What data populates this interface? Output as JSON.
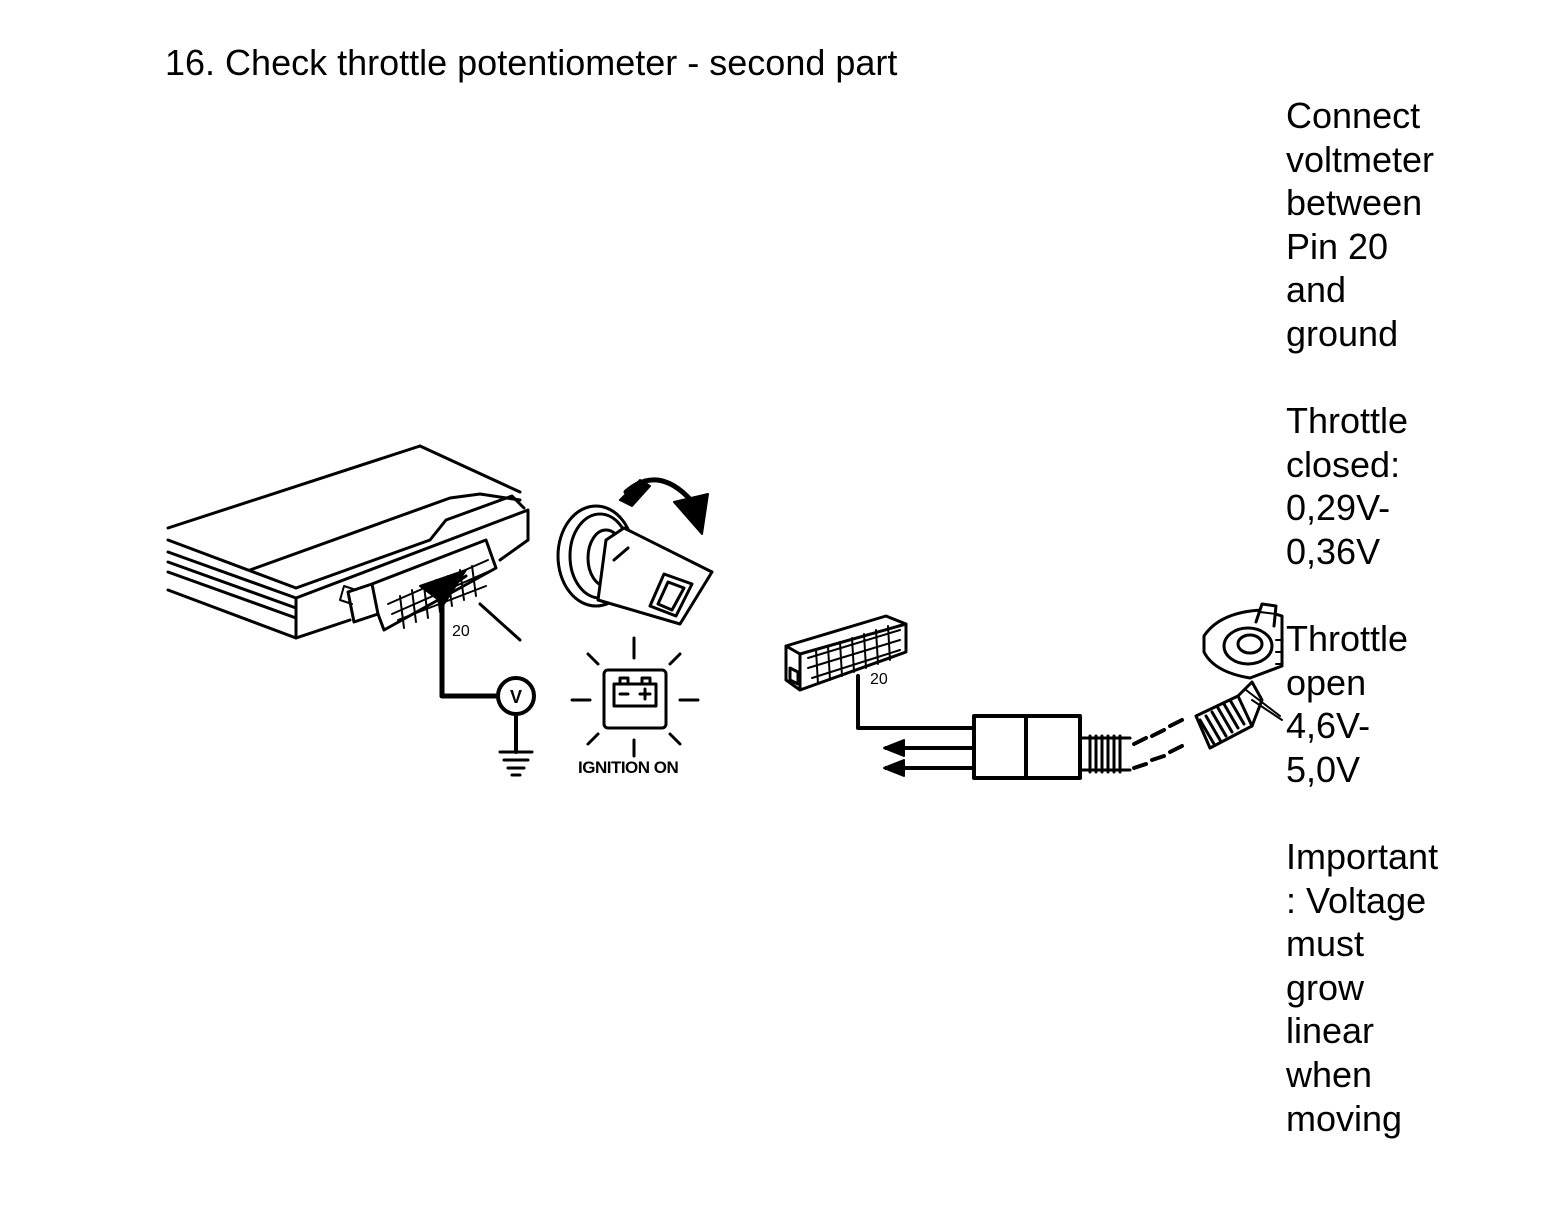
{
  "title": "16. Check throttle potentiometer - second part",
  "notes": [
    "Connect\nvoltmeter\nbetween\nPin 20\nand\nground",
    "Throttle\nclosed:\n0,29V-\n0,36V",
    "Throttle\nopen\n4,6V-\n5,0V",
    "Important\n: Voltage\nmust\ngrow\nlinear\nwhen\nmoving"
  ],
  "diagram": {
    "pin_label_ecu": "20",
    "pin_label_plug": "20",
    "meter_symbol": "V",
    "ignition_label": "IGNITION ON",
    "icons": [
      "ecu-unit-icon",
      "voltmeter-icon",
      "ground-icon",
      "ignition-key-icon",
      "battery-warning-light-icon",
      "throttle-potentiometer-icon"
    ]
  }
}
